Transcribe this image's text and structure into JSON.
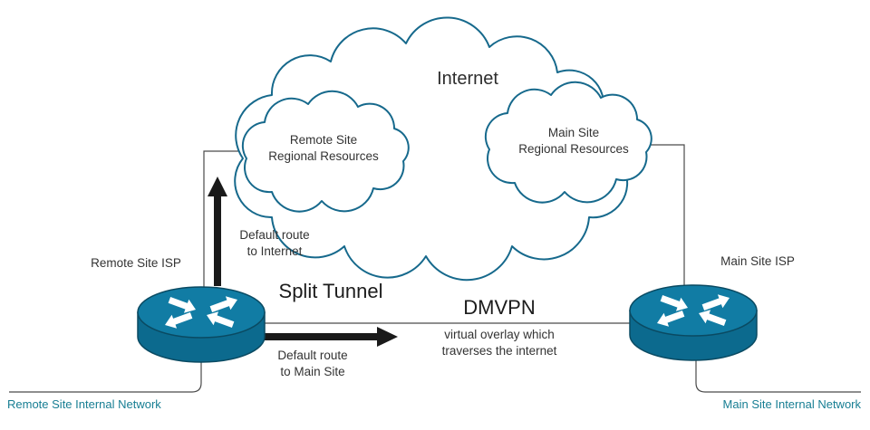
{
  "labels": {
    "internet": "Internet",
    "remote_regional": "Remote Site\nRegional Resources",
    "main_regional": "Main Site\nRegional Resources",
    "remote_isp": "Remote Site ISP",
    "main_isp": "Main Site ISP",
    "default_route_internet": "Default route\nto Internet",
    "split_tunnel": "Split Tunnel",
    "dmvpn": "DMVPN",
    "dmvpn_subtitle": "virtual overlay which\ntraverses the internet",
    "default_route_main": "Default route\nto Main Site",
    "remote_internal_network": "Remote Site Internal Network",
    "main_internal_network": "Main Site Internal Network"
  },
  "icons": {
    "remote_router": "cisco-router-icon",
    "main_router": "cisco-router-icon",
    "internet_cloud": "cloud-icon",
    "remote_regional_cloud": "cloud-icon",
    "main_regional_cloud": "cloud-icon"
  },
  "colors": {
    "cloud_outline": "#16698C",
    "router_fill": "#0C6A8E",
    "router_top_fill": "#117CA4",
    "router_outline": "#0A4A62",
    "teal_text": "#177E93",
    "dark_text": "#333333",
    "arrow_black": "#1A1A1A",
    "line_gray": "#4A4A4A",
    "background": "#FFFFFF"
  }
}
